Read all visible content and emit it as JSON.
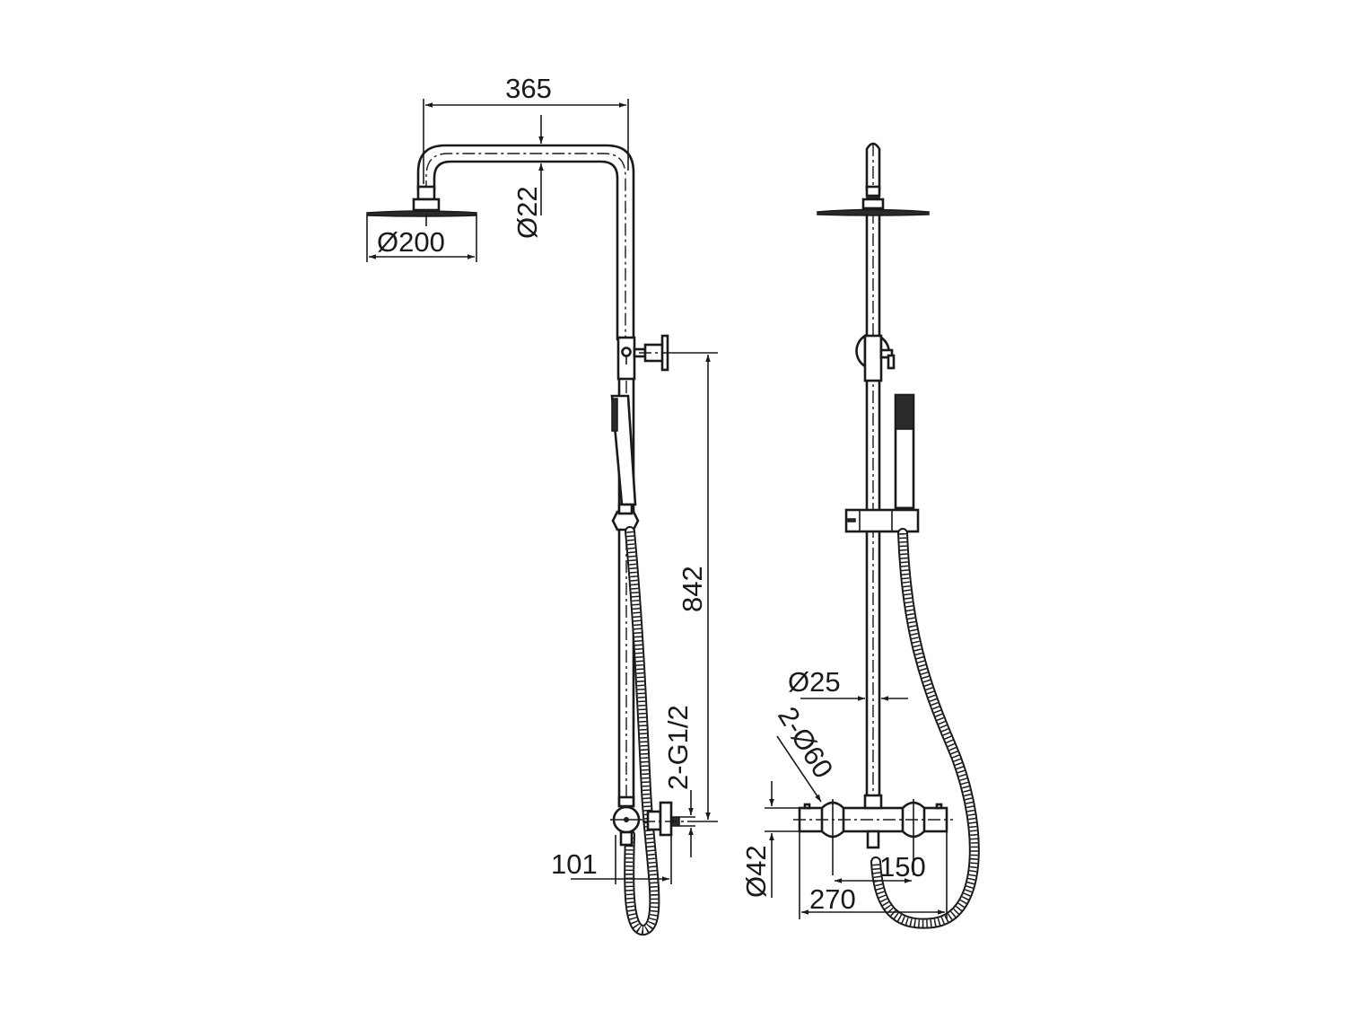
{
  "drawing": {
    "title": "Shower column technical drawing",
    "views": [
      "side-view",
      "front-view"
    ],
    "units": "mm"
  },
  "side_view": {
    "dimensions": {
      "arm_reach": "365",
      "pipe_diameter": "Ø22",
      "head_diameter": "Ø200",
      "height_outlet_to_inlet": "842",
      "inlet_thread": "2-G1/2",
      "wall_projection": "101"
    }
  },
  "front_view": {
    "dimensions": {
      "riser_diameter": "Ø25",
      "escutcheon": "2-Ø60",
      "mixer_body_diameter": "Ø42",
      "inlet_centers": "150",
      "mixer_length": "270"
    }
  }
}
